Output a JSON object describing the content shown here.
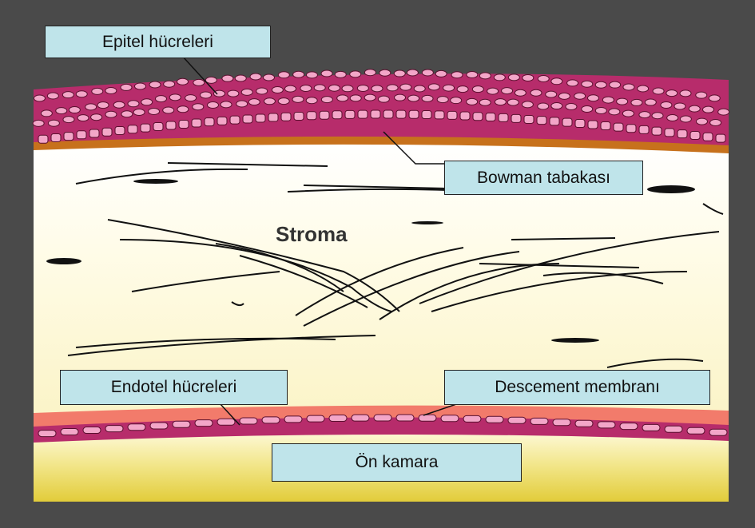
{
  "diagram": {
    "labels": {
      "epitel": "Epitel hücreleri",
      "bowman": "Bowman tabakası",
      "stroma": "Stroma",
      "endotel": "Endotel hücreleri",
      "descement": "Descement membranı",
      "on_kamara": "Ön kamara"
    },
    "colors": {
      "background": "#4a4a4a",
      "epithelium": "#b72c6b",
      "bowman": "#c7711c",
      "stroma": "#fffde0",
      "descement": "#f27b6b",
      "endothelium": "#b72c6b",
      "anterior_chamber": "#e8d44a",
      "label_box": "#bfe4ea"
    }
  }
}
